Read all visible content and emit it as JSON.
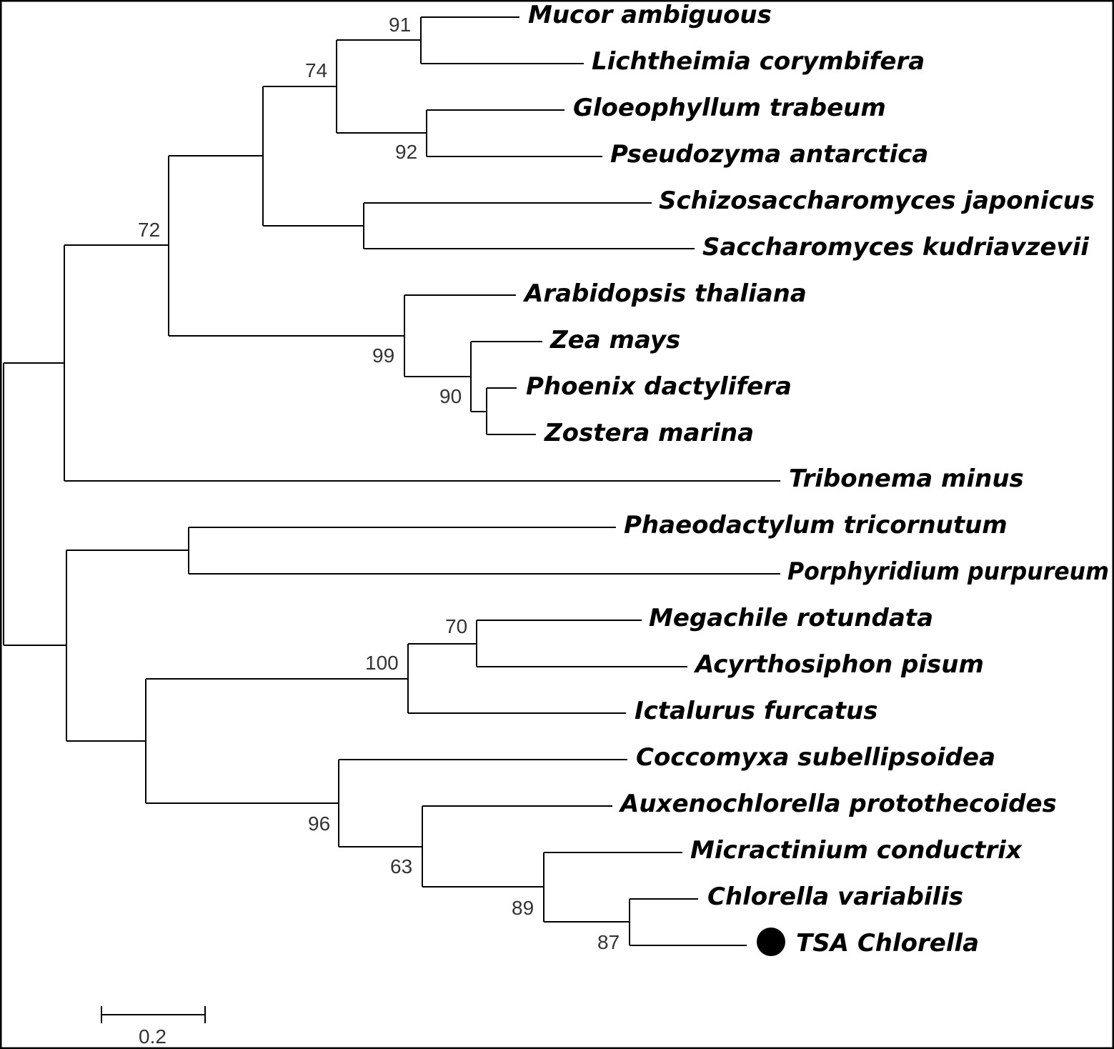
{
  "tree": {
    "taxa": [
      {
        "id": "mucor",
        "label": "Mucor ambiguous"
      },
      {
        "id": "lichtheimia",
        "label": "Lichtheimia corymbifera"
      },
      {
        "id": "gloeophyllum",
        "label": "Gloeophyllum trabeum"
      },
      {
        "id": "pseudozyma",
        "label": "Pseudozyma antarctica"
      },
      {
        "id": "schizosaccharomyces",
        "label": "Schizosaccharomyces japonicus"
      },
      {
        "id": "saccharomyces",
        "label": "Saccharomyces kudriavzevii"
      },
      {
        "id": "arabidopsis",
        "label": "Arabidopsis thaliana"
      },
      {
        "id": "zea",
        "label": "Zea mays"
      },
      {
        "id": "phoenix",
        "label": "Phoenix dactylifera"
      },
      {
        "id": "zostera",
        "label": "Zostera marina"
      },
      {
        "id": "tribonema",
        "label": "Tribonema minus"
      },
      {
        "id": "phaeodactylum",
        "label": "Phaeodactylum tricornutum"
      },
      {
        "id": "porphyridium",
        "label": "Porphyridium purpureum"
      },
      {
        "id": "megachile",
        "label": "Megachile rotundata"
      },
      {
        "id": "acyrthosiphon",
        "label": "Acyrthosiphon pisum"
      },
      {
        "id": "ictalurus",
        "label": "Ictalurus furcatus"
      },
      {
        "id": "coccomyxa",
        "label": "Coccomyxa subellipsoidea"
      },
      {
        "id": "auxenochlorella",
        "label": "Auxenochlorella protothecoides"
      },
      {
        "id": "micractinium",
        "label": "Micractinium conductrix"
      },
      {
        "id": "chlorella-variabilis",
        "label": "Chlorella variabilis"
      },
      {
        "id": "tsa-chlorella",
        "label": "TSA Chlorella",
        "marker": "filled-circle"
      }
    ],
    "support_values": [
      {
        "node": "mucor-lichtheimia",
        "value": "91"
      },
      {
        "node": "mucor-pseudozyma",
        "value": "74"
      },
      {
        "node": "gloeophyllum-pseudozyma",
        "value": "92"
      },
      {
        "node": "mucor-zostera",
        "value": "72"
      },
      {
        "node": "arabidopsis-zostera",
        "value": "99"
      },
      {
        "node": "zea-zostera",
        "value": "90"
      },
      {
        "node": "megachile-acyrthosiphon",
        "value": "70"
      },
      {
        "node": "megachile-ictalurus",
        "value": "100"
      },
      {
        "node": "coccomyxa-tsa",
        "value": "96"
      },
      {
        "node": "auxenochlorella-tsa",
        "value": "63"
      },
      {
        "node": "micractinium-tsa",
        "value": "89"
      },
      {
        "node": "chlorella-variabilis-tsa",
        "value": "87"
      }
    ],
    "scale_bar": {
      "label": "0.2",
      "length": 0.2
    },
    "colors": {
      "branch": "#000000",
      "text": "#000000",
      "support": "#333333",
      "marker": "#000000"
    }
  }
}
